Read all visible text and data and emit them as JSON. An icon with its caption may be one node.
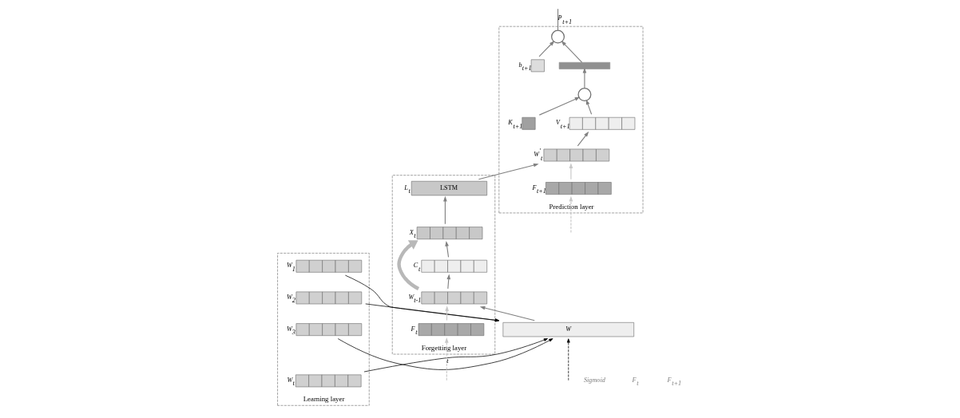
{
  "diagram": {
    "nodes": [
      {
        "text": [
          "Learning layer"
        ]
      },
      {
        "text": [],
        "shape": "box",
        "beside": [
          "W$_{1}$"
        ],
        "in": 0
      },
      {
        "text": [],
        "shape": "box",
        "beside": [
          "W$_{2}$"
        ],
        "in": 0
      },
      {
        "text": [],
        "shape": "box",
        "beside": [
          "W$_{3}$"
        ],
        "in": 0
      },
      {
        "text": [],
        "shape": "box",
        "beside": [
          "W$_{t}$"
        ],
        "in": 0
      },
      {
        "text": [
          "Forgetting layer"
        ]
      },
      {
        "text": [
          "LSTM"
        ],
        "beside": [
          "L$_{t}$"
        ],
        "in": 5
      },
      {
        "text": [],
        "shape": "box",
        "beside": [
          "X$_{t}$"
        ],
        "in": 5
      },
      {
        "text": [],
        "shape": "box",
        "beside": [
          "C$_{t}$"
        ],
        "in": 5
      },
      {
        "text": [],
        "shape": "box",
        "beside": [
          "F$_{t}$"
        ],
        "in": 5
      },
      {
        "text": [],
        "shape": "box",
        "beside": [
          "W$_{t-1}$"
        ],
        "in": 5
      },
      {
        "text": [
          "Prediction layer"
        ]
      },
      {
        "text": [],
        "shape": "box",
        "beside": [
          "W$^{'}$$_{t}$"
        ],
        "in": 11
      },
      {
        "text": [],
        "shape": "box",
        "beside": [
          "F$_{t+1}$"
        ],
        "in": 11
      },
      {
        "text": [],
        "shape": "box",
        "beside": [
          "V$_{t+1}$"
        ],
        "in": 11
      },
      {
        "text": [],
        "shape": "box",
        "beside": [
          "K$_{t+1}$"
        ],
        "in": 11
      },
      {
        "text": [],
        "shape": "circle",
        "in": 11
      },
      {
        "text": [],
        "shape": "bar",
        "in": 11
      },
      {
        "text": [],
        "shape": "box",
        "beside": [
          "b$_{t+1}$"
        ],
        "in": 11
      },
      {
        "text": [],
        "shape": "circle",
        "in": 11
      },
      {
        "text": [
          "W"
        ]
      }
    ],
    "edges": [
      {
        "from": 1,
        "to": 20,
        "arrow": "to",
        "color": "#000000"
      },
      {
        "from": 2,
        "to": 20,
        "arrow": "to",
        "color": "#000000"
      },
      {
        "from": 3,
        "to": 20,
        "arrow": "to",
        "color": "#000000"
      },
      {
        "from": 4,
        "to": 20,
        "arrow": "to",
        "color": "#000000"
      },
      {
        "from": null,
        "to": 20,
        "arrow": "to",
        "style": "dashed",
        "color": "#000000"
      },
      {
        "from": 20,
        "to": 10,
        "arrow": "to"
      },
      {
        "from": 10,
        "to": 8,
        "arrow": "to"
      },
      {
        "from": 10,
        "to": 7,
        "arrow": "to",
        "style": "thick",
        "color": "#b8b8b8"
      },
      {
        "from": 8,
        "to": 7,
        "arrow": "to"
      },
      {
        "from": 7,
        "to": 6,
        "arrow": "to"
      },
      {
        "from": 9,
        "to": 10,
        "arrow": "to",
        "color": "#c8c8c8"
      },
      {
        "from": null,
        "to": 9,
        "arrow": "to",
        "label": "t",
        "style": "dashed",
        "color": "#c8c8c8"
      },
      {
        "from": 6,
        "to": 12,
        "arrow": "to"
      },
      {
        "from": 13,
        "to": 12,
        "arrow": "to",
        "color": "#c8c8c8"
      },
      {
        "from": null,
        "to": 13,
        "arrow": "to",
        "style": "dashed",
        "color": "#c8c8c8"
      },
      {
        "from": 12,
        "to": 14,
        "arrow": "to"
      },
      {
        "from": 14,
        "to": 16,
        "arrow": "to"
      },
      {
        "from": 15,
        "to": 16,
        "arrow": "to"
      },
      {
        "from": 16,
        "to": 17,
        "arrow": "to"
      },
      {
        "from": 17,
        "to": 19,
        "arrow": "to"
      },
      {
        "from": 18,
        "to": 19,
        "arrow": "to"
      },
      {
        "from": 19,
        "to": null,
        "arrow": "none",
        "label": "P$_{t+1}$"
      }
    ],
    "labels": [
      "Sigmoid",
      "F$_{t}$",
      "F$_{t+1}$"
    ]
  }
}
